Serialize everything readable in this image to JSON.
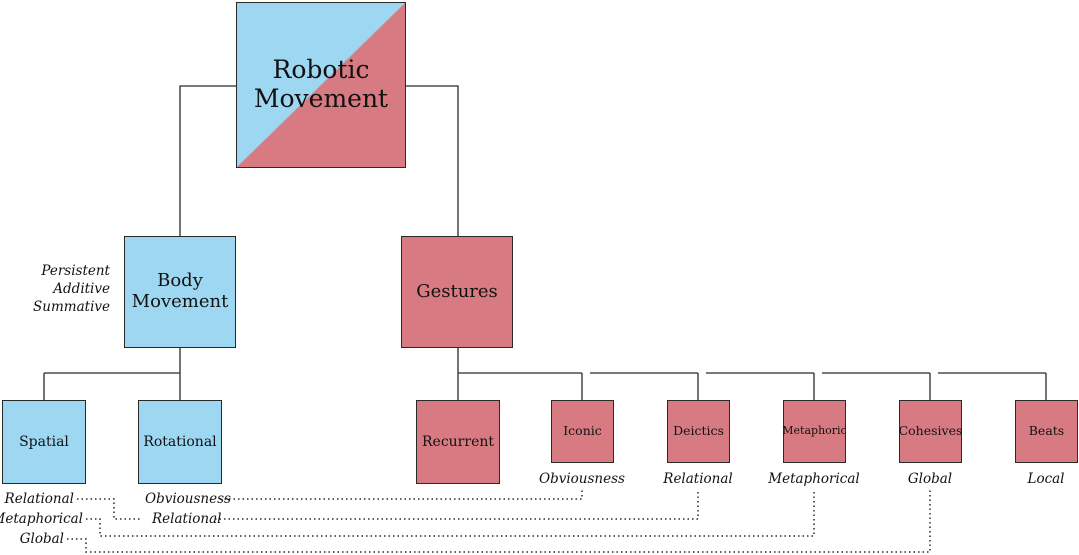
{
  "root": {
    "line1": "Robotic",
    "line2": "Movement"
  },
  "body_movement": {
    "line1": "Body",
    "line2": "Movement",
    "properties": [
      "Persistent",
      "Additive",
      "Summative"
    ],
    "children": [
      "Spatial",
      "Rotational"
    ]
  },
  "gestures": {
    "label": "Gestures",
    "children": [
      "Recurrent",
      "Iconic",
      "Deictics",
      "Metaphoric",
      "Cohesives",
      "Beats"
    ],
    "child_labels": [
      "Obviousness",
      "Relational",
      "Metaphorical",
      "Global",
      "Local"
    ]
  },
  "spatial_labels": [
    "Relational",
    "Metaphorical",
    "Global"
  ],
  "rotational_labels": [
    "Obviousness",
    "Relational"
  ],
  "colors": {
    "blue": "#9dd7f2",
    "red": "#d77a82",
    "line": "#2a2a2a"
  }
}
